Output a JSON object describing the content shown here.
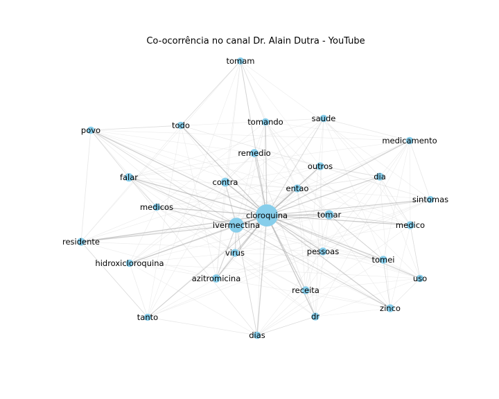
{
  "title": "Co-ocorrência no canal Dr. Alain Dutra - YouTube",
  "colors": {
    "node": "#87ceeb",
    "edge": "#999999",
    "text": "#000000",
    "background": "#ffffff"
  },
  "nodes": [
    {
      "id": "cloroquina",
      "label": "cloroquina",
      "weight": 5.0
    },
    {
      "id": "ivermectina",
      "label": "ivermectina",
      "weight": 3.0
    },
    {
      "id": "tomar",
      "label": "tomar",
      "weight": 1.4
    },
    {
      "id": "contra",
      "label": "contra",
      "weight": 1.3
    },
    {
      "id": "falar",
      "label": "falar",
      "weight": 1.2
    },
    {
      "id": "remedio",
      "label": "remedio",
      "weight": 1.1
    },
    {
      "id": "outros",
      "label": "outros",
      "weight": 1.0
    },
    {
      "id": "dia",
      "label": "dia",
      "weight": 1.0
    },
    {
      "id": "entao",
      "label": "entao",
      "weight": 1.0
    },
    {
      "id": "tomam",
      "label": "tomam",
      "weight": 0.8
    },
    {
      "id": "tomando",
      "label": "tomando",
      "weight": 0.9
    },
    {
      "id": "saude",
      "label": "saude",
      "weight": 0.9
    },
    {
      "id": "todo",
      "label": "todo",
      "weight": 0.9
    },
    {
      "id": "povo",
      "label": "povo",
      "weight": 0.9
    },
    {
      "id": "medicamento",
      "label": "medicamento",
      "weight": 0.9
    },
    {
      "id": "sintomas",
      "label": "sintomas",
      "weight": 0.8
    },
    {
      "id": "medico",
      "label": "medico",
      "weight": 1.0
    },
    {
      "id": "medicos",
      "label": "medicos",
      "weight": 0.9
    },
    {
      "id": "residente",
      "label": "residente",
      "weight": 1.0
    },
    {
      "id": "hidroxicloroquina",
      "label": "hidroxicloroquina",
      "weight": 0.9
    },
    {
      "id": "virus",
      "label": "virus",
      "weight": 1.0
    },
    {
      "id": "pessoas",
      "label": "pessoas",
      "weight": 1.0
    },
    {
      "id": "tomei",
      "label": "tomei",
      "weight": 1.0
    },
    {
      "id": "uso",
      "label": "uso",
      "weight": 0.9
    },
    {
      "id": "azitromicina",
      "label": "azitromicina",
      "weight": 1.1
    },
    {
      "id": "receita",
      "label": "receita",
      "weight": 1.0
    },
    {
      "id": "zinco",
      "label": "zinco",
      "weight": 1.0
    },
    {
      "id": "tanto",
      "label": "tanto",
      "weight": 0.8
    },
    {
      "id": "dr",
      "label": "dr",
      "weight": 1.0
    },
    {
      "id": "dias",
      "label": "dias",
      "weight": 0.9
    }
  ],
  "edges": [
    [
      "cloroquina",
      "ivermectina",
      1.0
    ],
    [
      "cloroquina",
      "tomar",
      0.8
    ],
    [
      "cloroquina",
      "contra",
      0.7
    ],
    [
      "cloroquina",
      "falar",
      0.7
    ],
    [
      "cloroquina",
      "povo",
      0.6
    ],
    [
      "cloroquina",
      "residente",
      0.6
    ],
    [
      "cloroquina",
      "remedio",
      0.6
    ],
    [
      "cloroquina",
      "tomando",
      0.6
    ],
    [
      "cloroquina",
      "tomam",
      0.4
    ],
    [
      "cloroquina",
      "todo",
      0.6
    ],
    [
      "cloroquina",
      "saude",
      0.4
    ],
    [
      "cloroquina",
      "outros",
      0.6
    ],
    [
      "cloroquina",
      "entao",
      0.6
    ],
    [
      "cloroquina",
      "dia",
      0.6
    ],
    [
      "cloroquina",
      "medicamento",
      0.6
    ],
    [
      "cloroquina",
      "sintomas",
      0.5
    ],
    [
      "cloroquina",
      "medico",
      0.6
    ],
    [
      "cloroquina",
      "medicos",
      0.6
    ],
    [
      "cloroquina",
      "hidroxicloroquina",
      0.5
    ],
    [
      "cloroquina",
      "virus",
      0.6
    ],
    [
      "cloroquina",
      "pessoas",
      0.6
    ],
    [
      "cloroquina",
      "tomei",
      0.6
    ],
    [
      "cloroquina",
      "uso",
      0.5
    ],
    [
      "cloroquina",
      "azitromicina",
      0.6
    ],
    [
      "cloroquina",
      "receita",
      0.6
    ],
    [
      "cloroquina",
      "zinco",
      0.6
    ],
    [
      "cloroquina",
      "tanto",
      0.4
    ],
    [
      "cloroquina",
      "dr",
      0.7
    ],
    [
      "cloroquina",
      "dias",
      0.6
    ],
    [
      "ivermectina",
      "residente",
      0.6
    ],
    [
      "ivermectina",
      "falar",
      0.5
    ],
    [
      "ivermectina",
      "contra",
      0.5
    ],
    [
      "ivermectina",
      "azitromicina",
      0.5
    ],
    [
      "ivermectina",
      "hidroxicloroquina",
      0.4
    ],
    [
      "ivermectina",
      "tomar",
      0.4
    ],
    [
      "ivermectina",
      "virus",
      0.4
    ],
    [
      "ivermectina",
      "povo",
      0.4
    ],
    [
      "ivermectina",
      "dias",
      0.3
    ],
    [
      "ivermectina",
      "zinco",
      0.4
    ],
    [
      "ivermectina",
      "medicos",
      0.4
    ],
    [
      "tomar",
      "tomei",
      0.3
    ],
    [
      "tomar",
      "medico",
      0.3
    ],
    [
      "tomar",
      "sintomas",
      0.3
    ],
    [
      "tomando",
      "tomam",
      0.2
    ],
    [
      "residente",
      "povo",
      0.2
    ],
    [
      "residente",
      "tanto",
      0.2
    ],
    [
      "dias",
      "tanto",
      0.2
    ],
    [
      "dias",
      "dr",
      0.2
    ],
    [
      "zinco",
      "uso",
      0.2
    ],
    [
      "medicamento",
      "sintomas",
      0.2
    ],
    [
      "todo",
      "povo",
      0.2
    ],
    [
      "saude",
      "medicamento",
      0.2
    ],
    [
      "falar",
      "medicos",
      0.2
    ],
    [
      "receita",
      "dr",
      0.2
    ],
    [
      "pessoas",
      "tomei",
      0.2
    ],
    [
      "dia",
      "medico",
      0.2
    ],
    [
      "contra",
      "remedio",
      0.2
    ],
    [
      "tomam",
      "todo",
      0.2
    ],
    [
      "povo",
      "falar",
      0.2
    ],
    [
      "outros",
      "dia",
      0.2
    ],
    [
      "hidroxicloroquina",
      "tanto",
      0.15
    ],
    [
      "azitromicina",
      "virus",
      0.2
    ],
    [
      "medico",
      "uso",
      0.2
    ],
    [
      "zinco",
      "tomei",
      0.2
    ]
  ]
}
